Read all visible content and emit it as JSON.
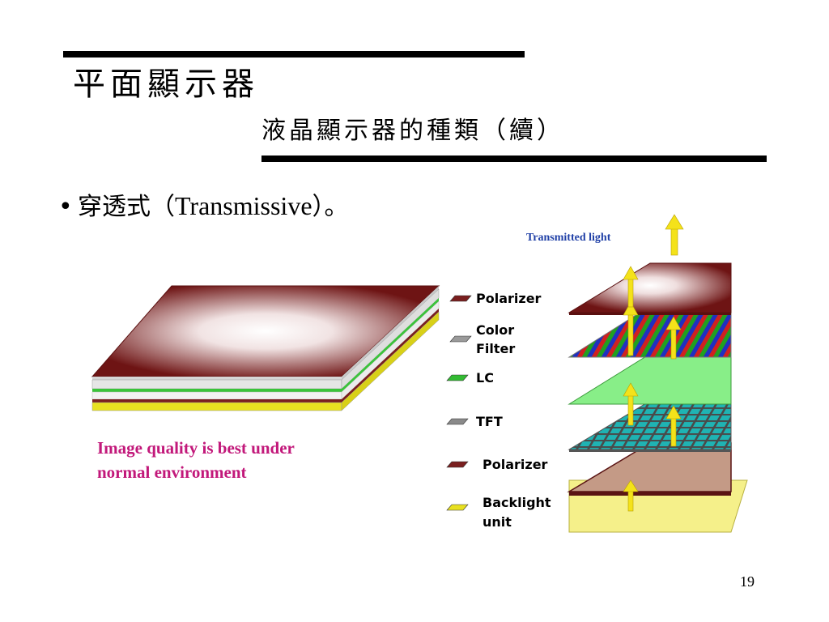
{
  "slide": {
    "title": "平面顯示器",
    "subtitle": "液晶顯示器的種類（續）",
    "bullet": {
      "marker": "•",
      "text_before": "穿透式（",
      "text_latin": "Transmissive",
      "text_after": "）。"
    },
    "page_number": "19"
  },
  "figure": {
    "caption_line1": "Image quality is best under",
    "caption_line2": "normal environment",
    "transmitted_light_label": "Transmitted light",
    "layers": [
      {
        "label_line1": "Polarizer",
        "label_line2": "",
        "color": "#7a1f1f"
      },
      {
        "label_line1": "Color",
        "label_line2": "Filter",
        "color": "#9a9a9a"
      },
      {
        "label_line1": "LC",
        "label_line2": "",
        "color": "#33bb33"
      },
      {
        "label_line1": "TFT",
        "label_line2": "",
        "color": "#8a8a8a"
      },
      {
        "label_line1": "Polarizer",
        "label_line2": "",
        "color": "#7a1f1f"
      },
      {
        "label_line1": "Backlight",
        "label_line2": "unit",
        "color": "#e8e020"
      }
    ]
  },
  "colors": {
    "maroon": "#7a1f1f",
    "lc_green": "#88ee88",
    "backlight_yellow": "#f5f08a",
    "arrow_yellow": "#f4e21a",
    "caption_pink": "#c2187a",
    "label_blue": "#1f3fa6"
  }
}
